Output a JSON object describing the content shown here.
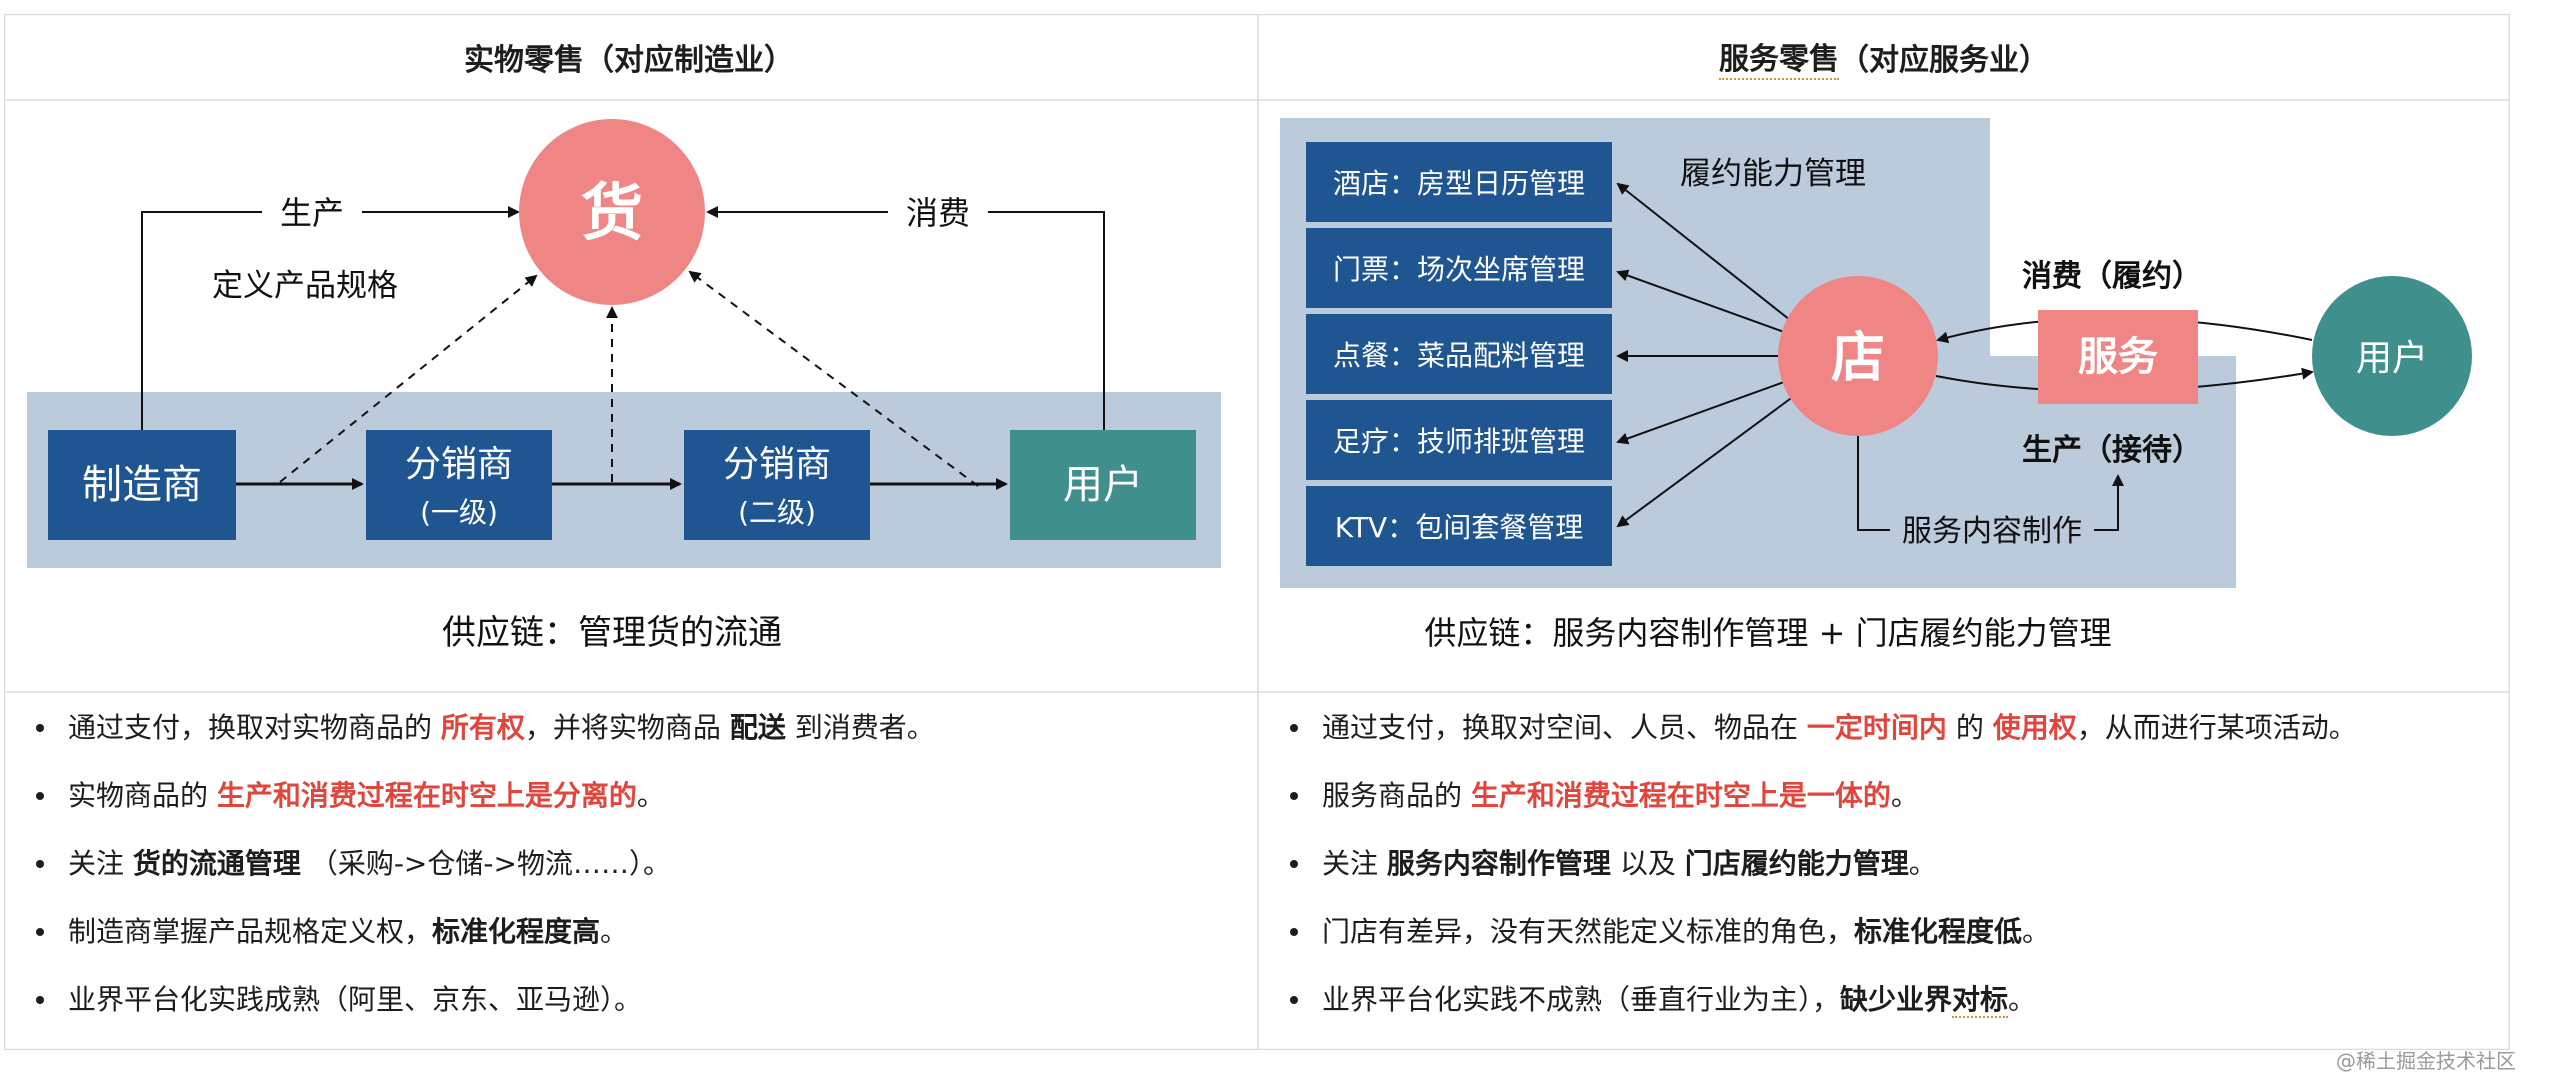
{
  "colors": {
    "navy": "#1f5591",
    "teal": "#3f8f8c",
    "salmon": "#ef8585",
    "panel": "#bccbdc",
    "red": "#e0463c",
    "grid": "#dcdcdc"
  },
  "left": {
    "header": "实物零售（对应制造业）",
    "diagram": {
      "goods": "货",
      "produce": "生产",
      "consume": "消费",
      "define_spec": "定义产品规格",
      "manufacturer": "制造商",
      "dist1_a": "分销商",
      "dist1_b": "(一级)",
      "dist2_a": "分销商",
      "dist2_b": "(二级)",
      "user": "用户",
      "caption": "供应链：管理货的流通"
    },
    "bullets": [
      {
        "a": "通过支付，换取对实物商品的 ",
        "b": "所有权",
        "c": "，并将实物商品 ",
        "d": "配送",
        "e": " 到消费者。"
      },
      {
        "a": "实物商品的 ",
        "b": "生产和消费过程在时空上是分离的",
        "c": "。"
      },
      {
        "a": "关注 ",
        "b": "货的流通管理",
        "c": " （采购->仓储->物流……）。"
      },
      {
        "a": "制造商掌握产品规格定义权，",
        "b": "标准化程度高",
        "c": "。"
      },
      {
        "a": "业界平台化实践成熟（阿里、京东、亚马逊）。"
      }
    ]
  },
  "right": {
    "header_a": "服务零售",
    "header_b": "（对应服务业）",
    "diagram": {
      "items": [
        "酒店：房型日历管理",
        "门票：场次坐席管理",
        "点餐：菜品配料管理",
        "足疗：技师排班管理",
        "KTV：包间套餐管理"
      ],
      "fulfil_mgmt": "履约能力管理",
      "shop": "店",
      "service": "服务",
      "user": "用户",
      "consume": "消费（履约）",
      "produce": "生产（接待）",
      "content_make": "服务内容制作",
      "caption": "供应链：服务内容制作管理 + 门店履约能力管理"
    },
    "bullets": [
      {
        "a": "通过支付，换取对空间、人员、物品在 ",
        "b": "一定时间内",
        "c": " 的 ",
        "d": "使用权",
        "e": "，从而进行某项活动。"
      },
      {
        "a": "服务商品的 ",
        "b": "生产和消费过程在时空上是一体的",
        "c": "。"
      },
      {
        "a": "关注 ",
        "b": "服务内容制作管理",
        "c": " 以及 ",
        "d": "门店履约能力管理",
        "e": "。"
      },
      {
        "a": "门店有差异，没有天然能定义标准的角色，",
        "b": "标准化程度低",
        "c": "。"
      },
      {
        "a": "业界平台化实践不成熟（垂直行业为主），",
        "b": "缺少业界",
        "c": "对标",
        "d": "。"
      }
    ]
  },
  "watermark": "@稀土掘金技术社区"
}
